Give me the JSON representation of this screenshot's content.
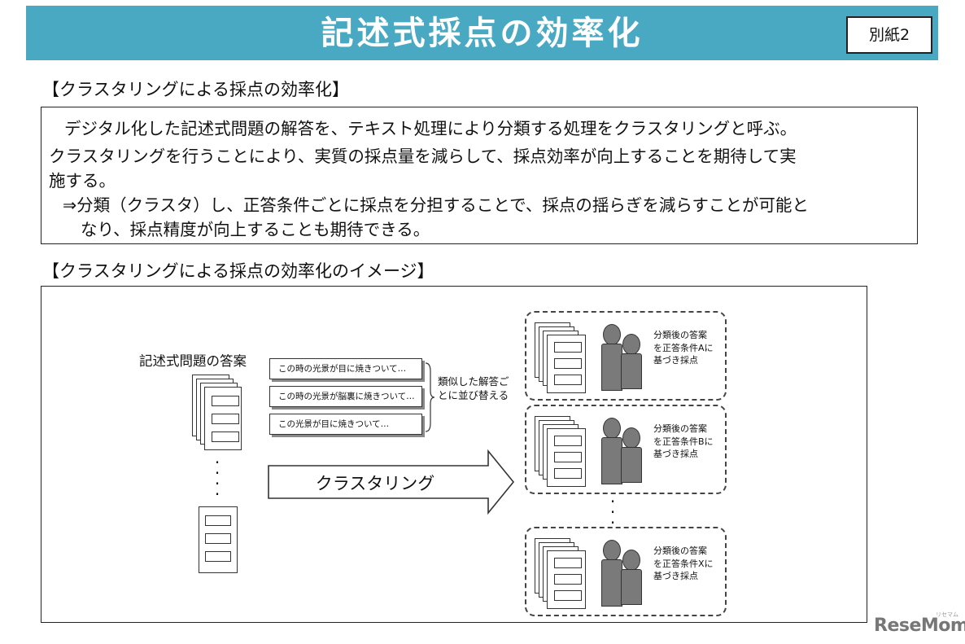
{
  "header": {
    "title": "記述式採点の効率化",
    "attachment": "別紙2"
  },
  "section1": {
    "heading": "【クラスタリングによる採点の効率化】",
    "lines": [
      "デジタル化した記述式問題の解答を、テキスト処理により分類する処理をクラスタリングと呼ぶ。",
      "クラスタリングを行うことにより、実質の採点量を減らして、採点効率が向上することを期待して実",
      "施する。",
      "⇒分類（クラスタ）し、正答条件ごとに採点を分担することで、採点の揺らぎを減らすことが可能と",
      "なり、採点精度が向上することも期待できる。"
    ]
  },
  "section2": {
    "heading": "【クラスタリングによる採点の効率化のイメージ】"
  },
  "diagram": {
    "answers_label": "記述式問題の答案",
    "answer_samples": [
      "この時の光景が目に焼きついて…",
      "この時の光景が脳裏に焼きついて…",
      "この光景が目に焼きついて…"
    ],
    "sort_note": "類似した解答ごとに並び替える",
    "arrow_label": "クラスタリング",
    "groups": [
      "分類後の答案を正答条件Aに基づき採点",
      "分類後の答案を正答条件Bに基づき採点",
      "分類後の答案を正答条件Xに基づき採点"
    ]
  },
  "footer": {
    "logo": "ReseMom",
    "logo_sub": "リセマム"
  }
}
